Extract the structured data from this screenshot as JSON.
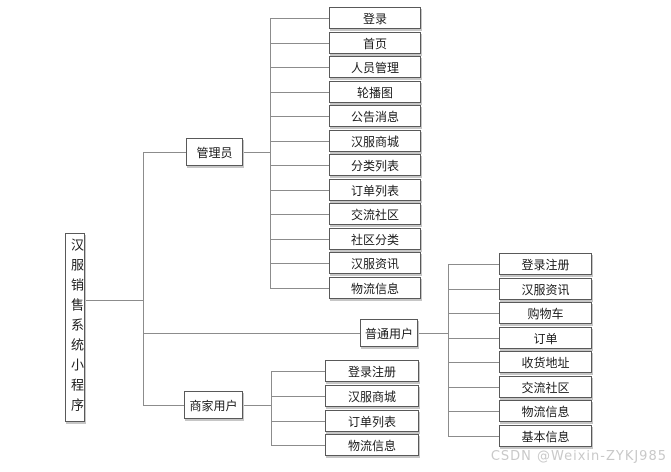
{
  "root": {
    "label": "汉服销售系统小程序"
  },
  "branches": [
    {
      "role": "管理员",
      "children": [
        "登录",
        "首页",
        "人员管理",
        "轮播图",
        "公告消息",
        "汉服商城",
        "分类列表",
        "订单列表",
        "交流社区",
        "社区分类",
        "汉服资讯",
        "物流信息"
      ]
    },
    {
      "role": "普通用户",
      "children": [
        "登录注册",
        "汉服资讯",
        "购物车",
        "订单",
        "收货地址",
        "交流社区",
        "物流信息",
        "基本信息"
      ]
    },
    {
      "role": "商家用户",
      "children": [
        "登录注册",
        "汉服商城",
        "订单列表",
        "物流信息"
      ]
    }
  ],
  "watermark": "CSDN @Weixin-ZYKJ985",
  "colors": {
    "box_border": "#595959",
    "line": "#8c8c8c",
    "text": "#1a1a1a",
    "watermark": "#c9c9c9",
    "background": "#ffffff"
  }
}
